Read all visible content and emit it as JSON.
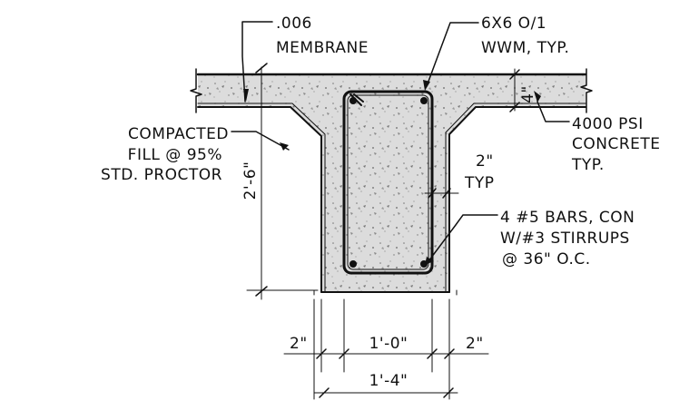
{
  "notes": {
    "membrane_l1": ".006",
    "membrane_l2": "MEMBRANE",
    "wwm_l1": "6X6 O/1",
    "wwm_l2": "WWM, TYP.",
    "fill_l1": "COMPACTED",
    "fill_l2": "FILL @ 95%",
    "fill_l3": "STD. PROCTOR",
    "conc_l1": "4000 PSI",
    "conc_l2": "CONCRETE",
    "conc_l3": "TYP.",
    "cover_l1": "2\"",
    "cover_l2": "TYP",
    "bars_l1": "4 #5 BARS, CON",
    "bars_l2": "W/#3 STIRRUPS",
    "bars_l3": "@ 36\" O.C."
  },
  "dimensions": {
    "slab_thickness": "4\"",
    "total_depth": "2'-6\"",
    "left_cover": "2\"",
    "core_width": "1'-0\"",
    "right_cover": "2\"",
    "beam_width": "1'-4\""
  },
  "colors": {
    "linework": "#111111",
    "concrete_fill": "#dcdcdc",
    "background": "#ffffff"
  }
}
